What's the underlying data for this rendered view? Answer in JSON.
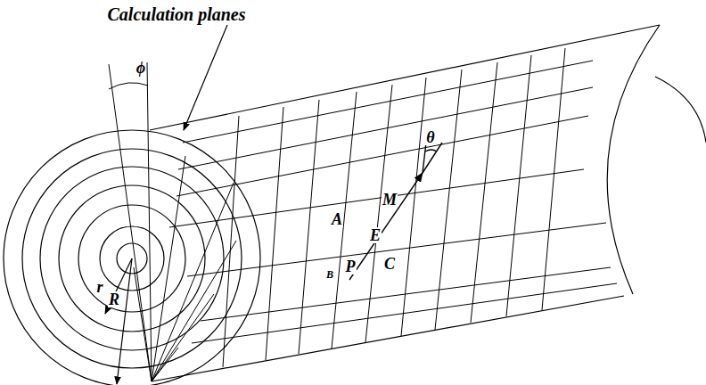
{
  "diagram": {
    "labels": [
      "Calculation planes",
      "ϕ",
      "θ",
      "M",
      "A",
      "E",
      "r",
      "B",
      "P",
      "C",
      "R"
    ]
  }
}
